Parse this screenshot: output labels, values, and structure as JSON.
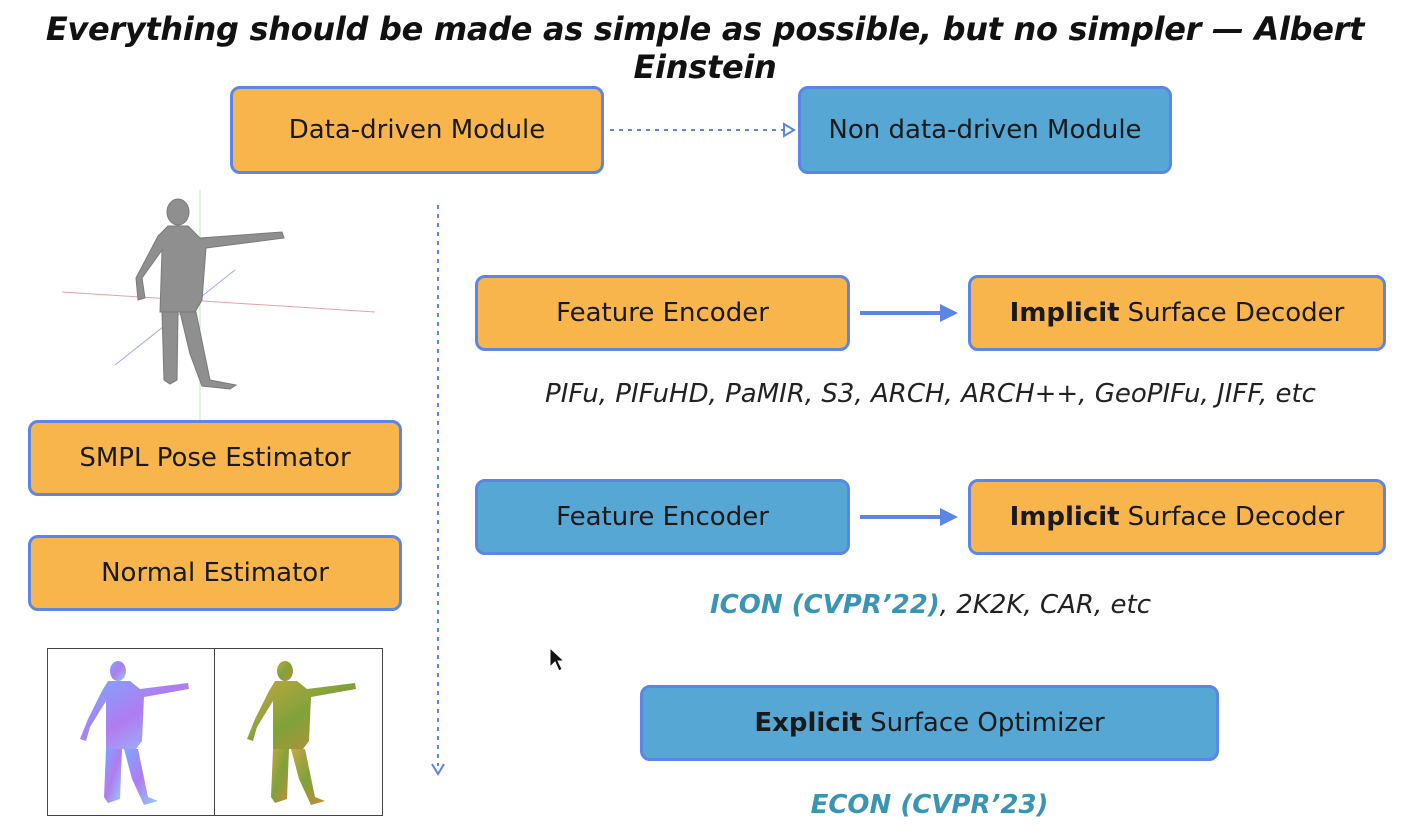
{
  "quote": "Everything should be made as simple as possible, but no simpler — Albert Einstein",
  "legend": {
    "data_driven": "Data-driven Module",
    "non_data_driven": "Non data-driven Module"
  },
  "left_modules": {
    "pose": "SMPL Pose Estimator",
    "normal": "Normal Estimator"
  },
  "row1": {
    "encoder": "Feature Encoder",
    "decoder_bold": "Implicit",
    "decoder_rest": "Surface Decoder",
    "caption": "PIFu, PIFuHD, PaMIR, S3, ARCH, ARCH++, GeoPIFu, JIFF, etc"
  },
  "row2": {
    "encoder": "Feature Encoder",
    "decoder_bold": "Implicit",
    "decoder_rest": "Surface Decoder",
    "caption_highlight": "ICON (CVPR’22)",
    "caption_rest": ", 2K2K, CAR, etc"
  },
  "row3": {
    "optimizer_bold": "Explicit",
    "optimizer_rest": "Surface Optimizer",
    "caption_highlight": "ECON (CVPR’23)"
  },
  "colors": {
    "data_driven": "#f8b54c",
    "non_data_driven": "#56a7d4",
    "border": "#5b86e5",
    "highlight_text": "#3a95b3"
  }
}
